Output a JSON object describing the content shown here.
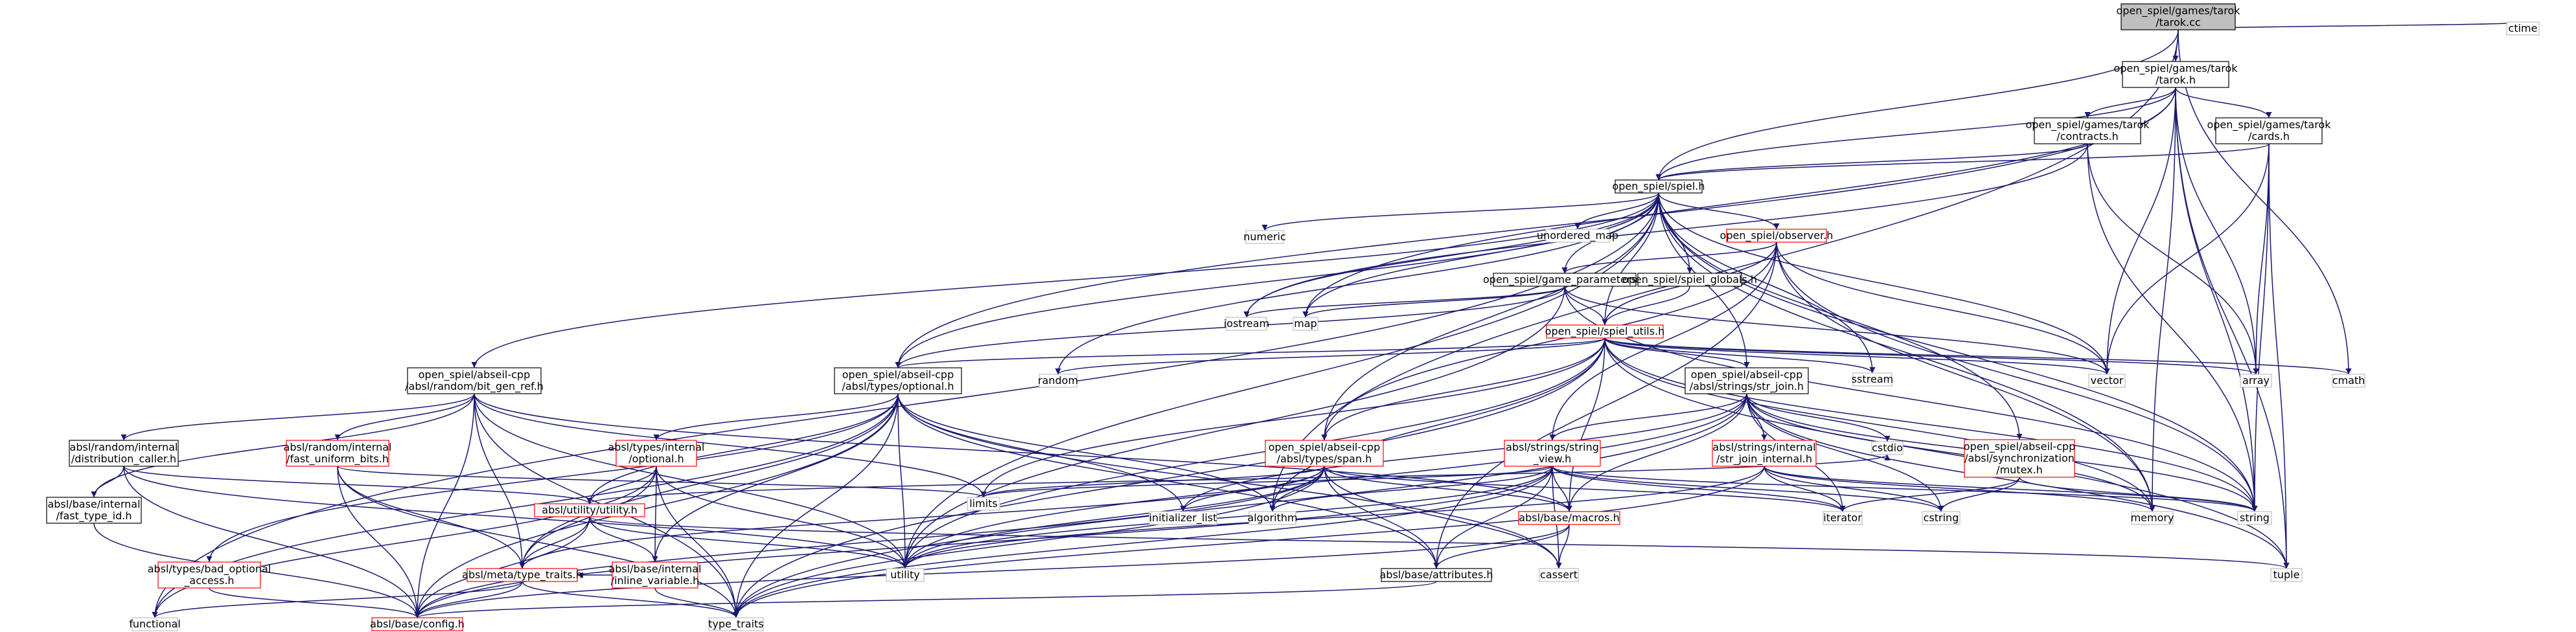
{
  "colors": {
    "edge": "#191970",
    "text": "#000000",
    "border_black": "#000000",
    "border_red": "#ff0000",
    "border_gray": "#bfbfbf",
    "fill_root": "#bfbfbf",
    "fill_default": "#ffffff"
  },
  "nodes": [
    {
      "id": "tarok_cc",
      "lines": [
        "open_spiel/games/tarok",
        "/tarok.cc"
      ],
      "style": "root"
    },
    {
      "id": "ctime",
      "lines": [
        "ctime"
      ],
      "style": "ext"
    },
    {
      "id": "tarok_h",
      "lines": [
        "open_spiel/games/tarok",
        "/tarok.h"
      ],
      "style": "black"
    },
    {
      "id": "contracts_h",
      "lines": [
        "open_spiel/games/tarok",
        "/contracts.h"
      ],
      "style": "black"
    },
    {
      "id": "cards_h",
      "lines": [
        "open_spiel/games/tarok",
        "/cards.h"
      ],
      "style": "black"
    },
    {
      "id": "spiel_h",
      "lines": [
        "open_spiel/spiel.h"
      ],
      "style": "black"
    },
    {
      "id": "numeric",
      "lines": [
        "numeric"
      ],
      "style": "ext"
    },
    {
      "id": "unordered_map",
      "lines": [
        "unordered_map"
      ],
      "style": "ext"
    },
    {
      "id": "observer_h",
      "lines": [
        "open_spiel/observer.h"
      ],
      "style": "red"
    },
    {
      "id": "game_parameters_h",
      "lines": [
        "open_spiel/game_parameters.h"
      ],
      "style": "black"
    },
    {
      "id": "spiel_globals_h",
      "lines": [
        "open_spiel/spiel_globals.h"
      ],
      "style": "black"
    },
    {
      "id": "iostream",
      "lines": [
        "iostream"
      ],
      "style": "ext"
    },
    {
      "id": "map",
      "lines": [
        "map"
      ],
      "style": "ext"
    },
    {
      "id": "spiel_utils_h",
      "lines": [
        "open_spiel/spiel_utils.h"
      ],
      "style": "red"
    },
    {
      "id": "random",
      "lines": [
        "random"
      ],
      "style": "ext"
    },
    {
      "id": "sstream",
      "lines": [
        "sstream"
      ],
      "style": "ext"
    },
    {
      "id": "vector",
      "lines": [
        "vector"
      ],
      "style": "ext"
    },
    {
      "id": "array",
      "lines": [
        "array"
      ],
      "style": "ext"
    },
    {
      "id": "cmath",
      "lines": [
        "cmath"
      ],
      "style": "ext"
    },
    {
      "id": "bit_gen_ref_h",
      "lines": [
        "open_spiel/abseil-cpp",
        "/absl/random/bit_gen_ref.h"
      ],
      "style": "black"
    },
    {
      "id": "optional_h",
      "lines": [
        "open_spiel/abseil-cpp",
        "/absl/types/optional.h"
      ],
      "style": "black"
    },
    {
      "id": "str_join_h",
      "lines": [
        "open_spiel/abseil-cpp",
        "/absl/strings/str_join.h"
      ],
      "style": "black"
    },
    {
      "id": "distribution_caller_h",
      "lines": [
        "absl/random/internal",
        "/distribution_caller.h"
      ],
      "style": "black"
    },
    {
      "id": "fast_uniform_bits_h",
      "lines": [
        "absl/random/internal",
        "/fast_uniform_bits.h"
      ],
      "style": "red"
    },
    {
      "id": "types_internal_optional_h",
      "lines": [
        "absl/types/internal",
        "/optional.h"
      ],
      "style": "red"
    },
    {
      "id": "span_h",
      "lines": [
        "open_spiel/abseil-cpp",
        "/absl/types/span.h"
      ],
      "style": "red"
    },
    {
      "id": "string_view_h",
      "lines": [
        "absl/strings/string",
        "_view.h"
      ],
      "style": "red"
    },
    {
      "id": "str_join_internal_h",
      "lines": [
        "absl/strings/internal",
        "/str_join_internal.h"
      ],
      "style": "red"
    },
    {
      "id": "cstdio",
      "lines": [
        "cstdio"
      ],
      "style": "ext"
    },
    {
      "id": "mutex_h",
      "lines": [
        "open_spiel/abseil-cpp",
        "/absl/synchronization",
        "/mutex.h"
      ],
      "style": "red"
    },
    {
      "id": "fast_type_id_h",
      "lines": [
        "absl/base/internal",
        "/fast_type_id.h"
      ],
      "style": "black"
    },
    {
      "id": "utility_h",
      "lines": [
        "absl/utility/utility.h"
      ],
      "style": "red"
    },
    {
      "id": "limits",
      "lines": [
        "limits"
      ],
      "style": "ext"
    },
    {
      "id": "initializer_list",
      "lines": [
        "initializer_list"
      ],
      "style": "ext"
    },
    {
      "id": "algorithm",
      "lines": [
        "algorithm"
      ],
      "style": "ext"
    },
    {
      "id": "iterator",
      "lines": [
        "iterator"
      ],
      "style": "ext"
    },
    {
      "id": "cstring",
      "lines": [
        "cstring"
      ],
      "style": "ext"
    },
    {
      "id": "memory",
      "lines": [
        "memory"
      ],
      "style": "ext"
    },
    {
      "id": "string",
      "lines": [
        "string"
      ],
      "style": "ext"
    },
    {
      "id": "macros_h",
      "lines": [
        "absl/base/macros.h"
      ],
      "style": "red"
    },
    {
      "id": "bad_optional_access_h",
      "lines": [
        "absl/types/bad_optional",
        "_access.h"
      ],
      "style": "red"
    },
    {
      "id": "type_traits_h",
      "lines": [
        "absl/meta/type_traits.h"
      ],
      "style": "red"
    },
    {
      "id": "inline_variable_h",
      "lines": [
        "absl/base/internal",
        "/inline_variable.h"
      ],
      "style": "red"
    },
    {
      "id": "utility",
      "lines": [
        "utility"
      ],
      "style": "ext"
    },
    {
      "id": "attributes_h",
      "lines": [
        "absl/base/attributes.h"
      ],
      "style": "black"
    },
    {
      "id": "cassert",
      "lines": [
        "cassert"
      ],
      "style": "ext"
    },
    {
      "id": "tuple",
      "lines": [
        "tuple"
      ],
      "style": "ext"
    },
    {
      "id": "functional",
      "lines": [
        "functional"
      ],
      "style": "ext"
    },
    {
      "id": "config_h",
      "lines": [
        "absl/base/config.h"
      ],
      "style": "red"
    },
    {
      "id": "type_traits",
      "lines": [
        "type_traits"
      ],
      "style": "ext"
    }
  ],
  "edges": [
    [
      "tarok_cc",
      "tarok_h"
    ],
    [
      "tarok_cc",
      "ctime"
    ],
    [
      "tarok_cc",
      "spiel_h"
    ],
    [
      "tarok_cc",
      "algorithm"
    ],
    [
      "tarok_cc",
      "cmath"
    ],
    [
      "tarok_h",
      "contracts_h"
    ],
    [
      "tarok_h",
      "cards_h"
    ],
    [
      "tarok_h",
      "spiel_h"
    ],
    [
      "tarok_h",
      "array"
    ],
    [
      "tarok_h",
      "memory"
    ],
    [
      "tarok_h",
      "string"
    ],
    [
      "tarok_h",
      "tuple"
    ],
    [
      "tarok_h",
      "vector"
    ],
    [
      "tarok_h",
      "optional_h"
    ],
    [
      "tarok_h",
      "map"
    ],
    [
      "contracts_h",
      "spiel_h"
    ],
    [
      "contracts_h",
      "array"
    ],
    [
      "contracts_h",
      "string"
    ],
    [
      "contracts_h",
      "iostream"
    ],
    [
      "cards_h",
      "spiel_h"
    ],
    [
      "cards_h",
      "array"
    ],
    [
      "cards_h",
      "string"
    ],
    [
      "cards_h",
      "tuple"
    ],
    [
      "cards_h",
      "vector"
    ],
    [
      "spiel_h",
      "numeric"
    ],
    [
      "spiel_h",
      "unordered_map"
    ],
    [
      "spiel_h",
      "observer_h"
    ],
    [
      "spiel_h",
      "game_parameters_h"
    ],
    [
      "spiel_h",
      "spiel_globals_h"
    ],
    [
      "spiel_h",
      "spiel_utils_h"
    ],
    [
      "spiel_h",
      "iostream"
    ],
    [
      "spiel_h",
      "map"
    ],
    [
      "spiel_h",
      "random"
    ],
    [
      "spiel_h",
      "sstream"
    ],
    [
      "spiel_h",
      "vector"
    ],
    [
      "spiel_h",
      "bit_gen_ref_h"
    ],
    [
      "spiel_h",
      "optional_h"
    ],
    [
      "spiel_h",
      "str_join_h"
    ],
    [
      "spiel_h",
      "span_h"
    ],
    [
      "spiel_h",
      "mutex_h"
    ],
    [
      "spiel_h",
      "memory"
    ],
    [
      "spiel_h",
      "string"
    ],
    [
      "spiel_h",
      "functional"
    ],
    [
      "spiel_h",
      "utility"
    ],
    [
      "observer_h",
      "game_parameters_h"
    ],
    [
      "observer_h",
      "spiel_utils_h"
    ],
    [
      "observer_h",
      "span_h"
    ],
    [
      "observer_h",
      "string_view_h"
    ],
    [
      "observer_h",
      "memory"
    ],
    [
      "observer_h",
      "string"
    ],
    [
      "observer_h",
      "vector"
    ],
    [
      "observer_h",
      "attributes_h"
    ],
    [
      "game_parameters_h",
      "spiel_utils_h"
    ],
    [
      "game_parameters_h",
      "iostream"
    ],
    [
      "game_parameters_h",
      "map"
    ],
    [
      "game_parameters_h",
      "optional_h"
    ],
    [
      "game_parameters_h",
      "string"
    ],
    [
      "game_parameters_h",
      "vector"
    ],
    [
      "game_parameters_h",
      "utility"
    ],
    [
      "spiel_globals_h",
      "spiel_utils_h"
    ],
    [
      "spiel_utils_h",
      "random"
    ],
    [
      "spiel_utils_h",
      "sstream"
    ],
    [
      "spiel_utils_h",
      "array"
    ],
    [
      "spiel_utils_h",
      "cmath"
    ],
    [
      "spiel_utils_h",
      "vector"
    ],
    [
      "spiel_utils_h",
      "optional_h"
    ],
    [
      "spiel_utils_h",
      "str_join_h"
    ],
    [
      "spiel_utils_h",
      "span_h"
    ],
    [
      "spiel_utils_h",
      "string"
    ],
    [
      "spiel_utils_h",
      "memory"
    ],
    [
      "spiel_utils_h",
      "algorithm"
    ],
    [
      "spiel_utils_h",
      "limits"
    ],
    [
      "spiel_utils_h",
      "type_traits"
    ],
    [
      "spiel_utils_h",
      "utility"
    ],
    [
      "spiel_utils_h",
      "tuple"
    ],
    [
      "spiel_utils_h",
      "macros_h"
    ],
    [
      "bit_gen_ref_h",
      "distribution_caller_h"
    ],
    [
      "bit_gen_ref_h",
      "fast_uniform_bits_h"
    ],
    [
      "bit_gen_ref_h",
      "fast_type_id_h"
    ],
    [
      "bit_gen_ref_h",
      "type_traits_h"
    ],
    [
      "bit_gen_ref_h",
      "limits"
    ],
    [
      "bit_gen_ref_h",
      "utility"
    ],
    [
      "bit_gen_ref_h",
      "type_traits"
    ],
    [
      "bit_gen_ref_h",
      "config_h"
    ],
    [
      "bit_gen_ref_h",
      "macros_h"
    ],
    [
      "optional_h",
      "types_internal_optional_h"
    ],
    [
      "optional_h",
      "bad_optional_access_h"
    ],
    [
      "optional_h",
      "type_traits_h"
    ],
    [
      "optional_h",
      "utility_h"
    ],
    [
      "optional_h",
      "inline_variable_h"
    ],
    [
      "optional_h",
      "attributes_h"
    ],
    [
      "optional_h",
      "config_h"
    ],
    [
      "optional_h",
      "functional"
    ],
    [
      "optional_h",
      "initializer_list"
    ],
    [
      "optional_h",
      "type_traits"
    ],
    [
      "optional_h",
      "utility"
    ],
    [
      "optional_h",
      "algorithm"
    ],
    [
      "optional_h",
      "cassert"
    ],
    [
      "str_join_h",
      "string_view_h"
    ],
    [
      "str_join_h",
      "str_join_internal_h"
    ],
    [
      "str_join_h",
      "cstdio"
    ],
    [
      "str_join_h",
      "cstring"
    ],
    [
      "str_join_h",
      "iterator"
    ],
    [
      "str_join_h",
      "memory"
    ],
    [
      "str_join_h",
      "string"
    ],
    [
      "str_join_h",
      "type_traits"
    ],
    [
      "str_join_h",
      "utility"
    ],
    [
      "str_join_h",
      "initializer_list"
    ],
    [
      "str_join_h",
      "tuple"
    ],
    [
      "str_join_h",
      "macros_h"
    ],
    [
      "distribution_caller_h",
      "fast_type_id_h"
    ],
    [
      "distribution_caller_h",
      "utility_h"
    ],
    [
      "distribution_caller_h",
      "config_h"
    ],
    [
      "distribution_caller_h",
      "utility"
    ],
    [
      "fast_uniform_bits_h",
      "type_traits_h"
    ],
    [
      "fast_uniform_bits_h",
      "config_h"
    ],
    [
      "fast_uniform_bits_h",
      "limits"
    ],
    [
      "fast_uniform_bits_h",
      "type_traits"
    ],
    [
      "types_internal_optional_h",
      "utility_h"
    ],
    [
      "types_internal_optional_h",
      "type_traits_h"
    ],
    [
      "types_internal_optional_h",
      "inline_variable_h"
    ],
    [
      "types_internal_optional_h",
      "functional"
    ],
    [
      "types_internal_optional_h",
      "type_traits"
    ],
    [
      "types_internal_optional_h",
      "utility"
    ],
    [
      "span_h",
      "algorithm"
    ],
    [
      "span_h",
      "initializer_list"
    ],
    [
      "span_h",
      "iterator"
    ],
    [
      "span_h",
      "limits"
    ],
    [
      "span_h",
      "type_traits"
    ],
    [
      "span_h",
      "utility"
    ],
    [
      "span_h",
      "macros_h"
    ],
    [
      "span_h",
      "type_traits_h"
    ],
    [
      "span_h",
      "attributes_h"
    ],
    [
      "span_h",
      "config_h"
    ],
    [
      "span_h",
      "cassert"
    ],
    [
      "string_view_h",
      "algorithm"
    ],
    [
      "string_view_h",
      "cassert"
    ],
    [
      "string_view_h",
      "cstring"
    ],
    [
      "string_view_h",
      "iterator"
    ],
    [
      "string_view_h",
      "limits"
    ],
    [
      "string_view_h",
      "string"
    ],
    [
      "string_view_h",
      "macros_h"
    ],
    [
      "string_view_h",
      "attributes_h"
    ],
    [
      "string_view_h",
      "config_h"
    ],
    [
      "string_view_h",
      "type_traits"
    ],
    [
      "string_view_h",
      "utility"
    ],
    [
      "str_join_internal_h",
      "cstring"
    ],
    [
      "str_join_internal_h",
      "iterator"
    ],
    [
      "str_join_internal_h",
      "memory"
    ],
    [
      "str_join_internal_h",
      "string"
    ],
    [
      "str_join_internal_h",
      "type_traits"
    ],
    [
      "str_join_internal_h",
      "utility"
    ],
    [
      "mutex_h",
      "cstring"
    ],
    [
      "mutex_h",
      "string"
    ],
    [
      "mutex_h",
      "iterator"
    ],
    [
      "fast_type_id_h",
      "config_h"
    ],
    [
      "utility_h",
      "type_traits_h"
    ],
    [
      "utility_h",
      "inline_variable_h"
    ],
    [
      "utility_h",
      "config_h"
    ],
    [
      "utility_h",
      "tuple"
    ],
    [
      "utility_h",
      "utility"
    ],
    [
      "utility_h",
      "cstdio"
    ],
    [
      "macros_h",
      "attributes_h"
    ],
    [
      "macros_h",
      "config_h"
    ],
    [
      "macros_h",
      "cassert"
    ],
    [
      "bad_optional_access_h",
      "config_h"
    ],
    [
      "type_traits_h",
      "config_h"
    ],
    [
      "type_traits_h",
      "type_traits"
    ],
    [
      "type_traits_h",
      "functional"
    ],
    [
      "inline_variable_h",
      "type_traits_h"
    ],
    [
      "inline_variable_h",
      "type_traits"
    ],
    [
      "attributes_h",
      "config_h"
    ]
  ]
}
